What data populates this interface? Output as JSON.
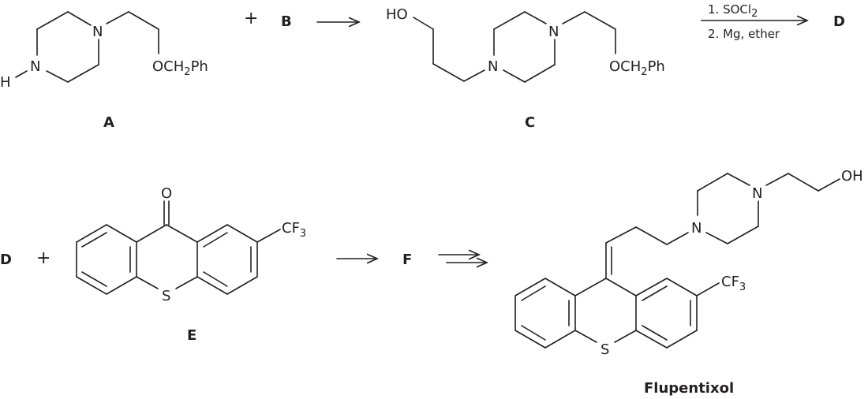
{
  "scheme": {
    "row1": {
      "compound_A": {
        "label": "A",
        "substituent": "OCH2Ph",
        "atoms": [
          "N",
          "N",
          "H"
        ]
      },
      "plus": "+",
      "compound_B": {
        "label": "B"
      },
      "compound_C": {
        "label": "C",
        "hydroxyl": "HO",
        "substituent": "OCH2Ph",
        "atoms": [
          "N",
          "N"
        ]
      },
      "reagents": {
        "step1": "1. SOCl",
        "step1_sub": "2",
        "step2": "2. Mg, ether"
      },
      "product_D": {
        "label": "D"
      }
    },
    "row2": {
      "compound_D": {
        "label": "D"
      },
      "plus": "+",
      "compound_E": {
        "label": "E",
        "carbonyl_O": "O",
        "ring_S": "S",
        "substituent": "CF",
        "substituent_sub": "3"
      },
      "intermediate_F": {
        "label": "F"
      },
      "product": {
        "label": "Flupentixol",
        "hydroxyl": "OH",
        "ring_S": "S",
        "substituent": "CF",
        "substituent_sub": "3",
        "atoms": [
          "N",
          "N"
        ]
      }
    }
  }
}
